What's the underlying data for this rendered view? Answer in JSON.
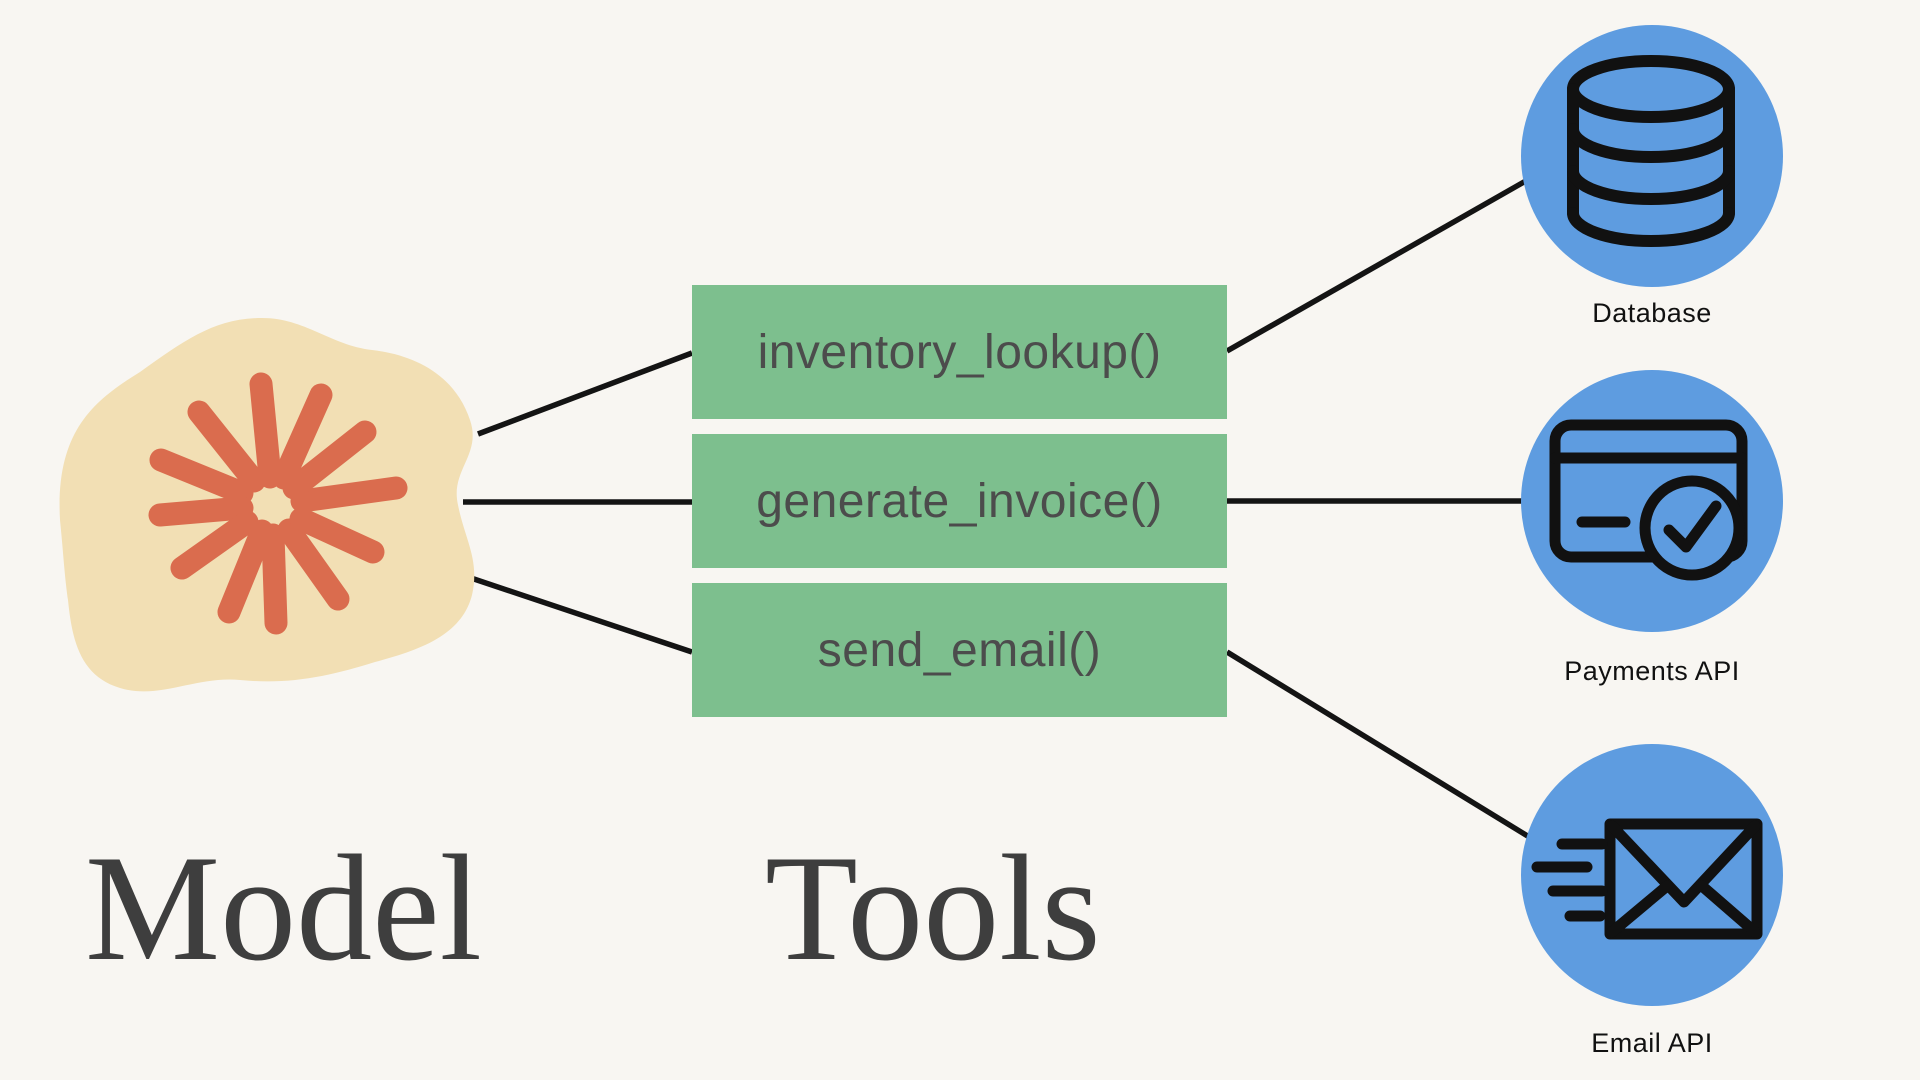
{
  "model": {
    "heading": "Model"
  },
  "tools": {
    "heading": "Tools",
    "functions": [
      "inventory_lookup()",
      "generate_invoice()",
      "send_email()"
    ]
  },
  "services": [
    {
      "label": "Database",
      "icon": "database-icon"
    },
    {
      "label": "Payments API",
      "icon": "credit-card-check-icon"
    },
    {
      "label": "Email API",
      "icon": "email-send-icon"
    }
  ],
  "colors": {
    "background": "#f8f6f2",
    "tool_box": "#7dbf8e",
    "service_circle": "#5e9ce0",
    "model_blob": "#f2dfb4",
    "model_star": "#da6c4e",
    "connector": "#141414",
    "function_text": "#4c4c4c",
    "heading_text": "#3e3e3e",
    "label_text": "#111111"
  }
}
